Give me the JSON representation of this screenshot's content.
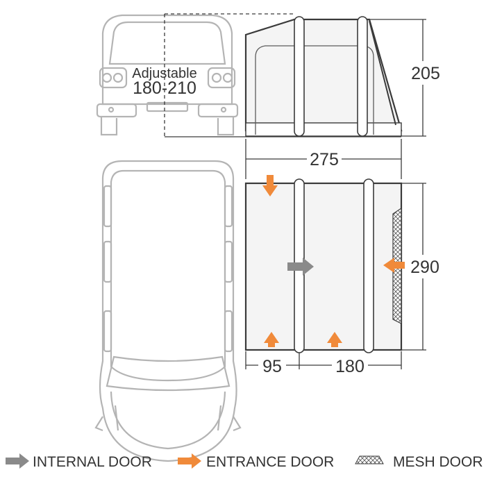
{
  "diagram": {
    "front_view": {
      "adjustable_label": "Adjustable",
      "adjustable_range": "180-210",
      "height_label": "205"
    },
    "plan_view": {
      "width_label": "275",
      "depth_label": "290",
      "left_section_label": "95",
      "right_section_label": "180"
    }
  },
  "legend": {
    "internal_door": "INTERNAL DOOR",
    "entrance_door": "ENTRANCE DOOR",
    "mesh_door": "MESH DOOR"
  },
  "colors": {
    "entrance_arrow": "#f08a3a",
    "internal_arrow": "#8a8a8a",
    "outline_dark": "#3a3a3a",
    "vehicle_outline": "#b4b4b4"
  }
}
